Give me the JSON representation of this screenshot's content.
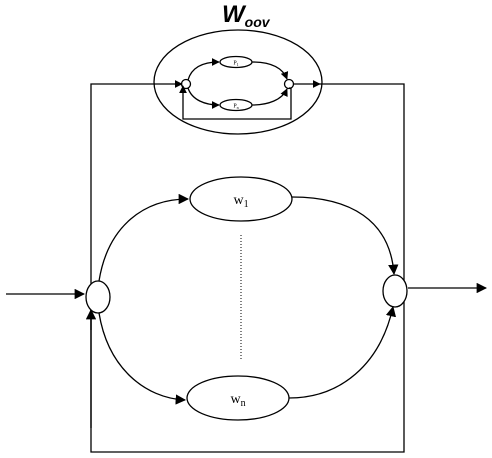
{
  "title": {
    "main": "W",
    "sub": "oov"
  },
  "inner_nodes": [
    {
      "main": "P",
      "sub": "1"
    },
    {
      "main": "P",
      "sub": "n"
    }
  ],
  "nodes": [
    {
      "main": "w",
      "sub": "1"
    },
    {
      "main": "w",
      "sub": "n"
    }
  ]
}
